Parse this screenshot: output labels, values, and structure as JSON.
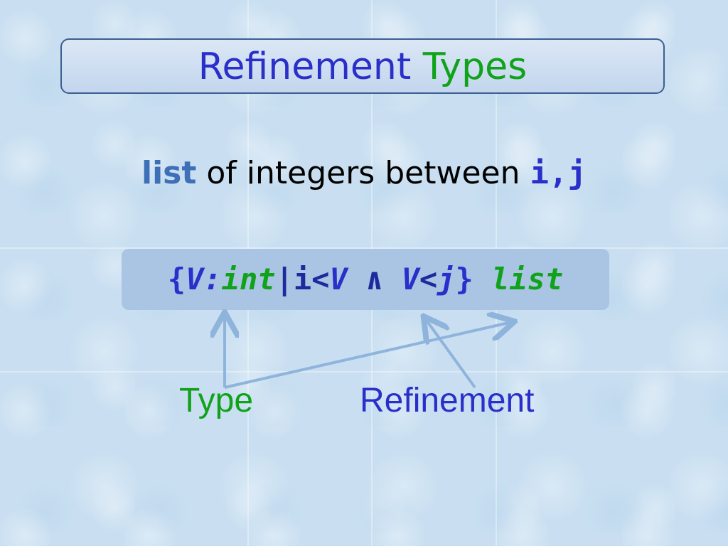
{
  "slide": {
    "title": {
      "word1": "Refinement",
      "word2": "Types"
    },
    "subtitle": {
      "list": "list",
      "middle": "of integers between",
      "vars": "i,j"
    },
    "code": {
      "open": "{",
      "v1": "V",
      "colon": ":",
      "int": "int",
      "bar": "|",
      "i": "i",
      "lt1": "<",
      "v2": "V",
      "and": "∧",
      "v3": "V",
      "lt2": "<",
      "j": "j",
      "close": "}",
      "list": "list"
    },
    "labels": {
      "type": "Type",
      "refinement": "Refinement"
    }
  },
  "colors": {
    "background": "#c9dff1",
    "blue": "#2b2fc9",
    "green": "#11a21b",
    "list_blue": "#3e6fb7",
    "arrow": "#8fb4dc"
  }
}
